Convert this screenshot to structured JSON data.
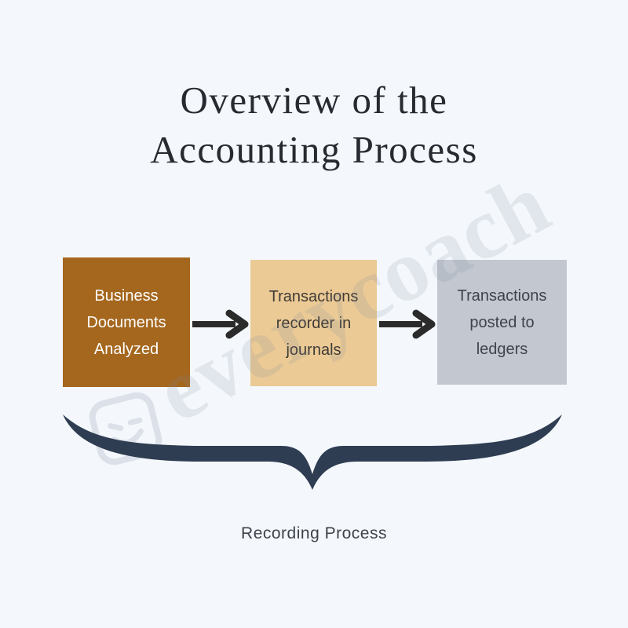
{
  "canvas": {
    "background": "#F4F8FC"
  },
  "title": {
    "line1": "Overview of the",
    "line2": "Accounting Process",
    "color": "#262A31"
  },
  "watermark": {
    "text": "everycoach",
    "color": "rgba(126,137,158,0.16)",
    "logo": "winking-face-logo"
  },
  "flow": {
    "arrow_color": "#2B2B2B",
    "steps": [
      {
        "label": "Business\nDocuments\nAnalyzed",
        "bg": "#A5671E",
        "text_color": "#FFFFFF"
      },
      {
        "label": "Transactions\nrecorder in\njournals",
        "bg": "#EBCA96",
        "text_color": "#403B35"
      },
      {
        "label": "Transactions\nposted to\nledgers",
        "bg": "#C2C7D0",
        "text_color": "#3E434C"
      }
    ]
  },
  "brace": {
    "color": "#2F3D53",
    "label": "Recording Process",
    "label_color": "#3E434B"
  }
}
